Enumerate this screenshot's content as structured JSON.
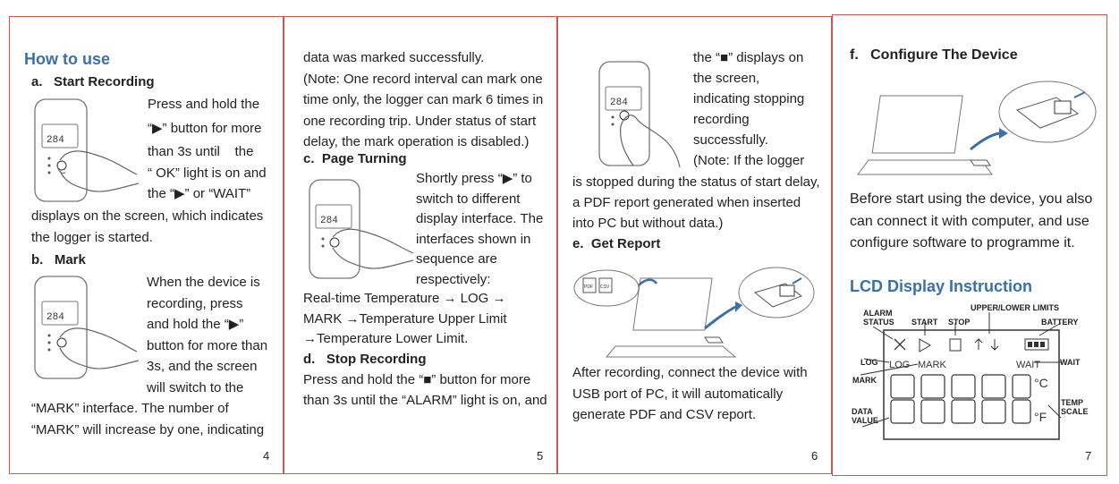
{
  "page4": {
    "heading": "How to use",
    "a_title": "a.   Start Recording",
    "a_lines": [
      "Press and hold the",
      "“▶” button for more",
      "than 3s until    the",
      "“ OK” light is on and",
      "the “▶” or “WAIT”"
    ],
    "a_full": [
      "displays on the screen, which indicates",
      "the logger is started."
    ],
    "b_title": "b.   Mark",
    "b_lines": [
      "When the device is",
      "recording, press",
      "and hold the “▶”",
      "button for more than",
      "3s, and the screen",
      "will switch to the"
    ],
    "b_full": [
      "“MARK” interface. The number of",
      "“MARK” will increase by one, indicating"
    ],
    "page_number": "4"
  },
  "page5": {
    "top_lines": [
      "data was marked successfully.",
      "(Note: One record interval can mark one",
      "time only, the logger can mark 6 times in",
      "one recording trip. Under status of start",
      "delay, the mark operation is disabled.)"
    ],
    "c_title": "c.  Page Turning",
    "c_lines": [
      "Shortly press “▶” to",
      "switch to different",
      "display interface. The",
      "interfaces shown in",
      "sequence are",
      "respectively:"
    ],
    "c_full": [
      "Real-time Temperature → LOG →",
      "MARK →Temperature Upper Limit",
      "→Temperature Lower Limit."
    ],
    "d_title": "d.   Stop Recording",
    "d_lines": [
      "Press and hold the “■” button for more",
      "than 3s until the “ALARM” light is on, and"
    ],
    "page_number": "5"
  },
  "page6": {
    "top_lines": [
      "the “■” displays on",
      "the screen,",
      "indicating stopping",
      "recording",
      "successfully.",
      "(Note: If the logger"
    ],
    "full_lines": [
      "is stopped during the status of start delay,",
      "a PDF report generated when inserted",
      "into PC but without data.)"
    ],
    "e_title": "e.  Get Report",
    "e_lines": [
      "After recording, connect the device with",
      "USB port of PC, it will automatically",
      "generate PDF and CSV report."
    ],
    "page_number": "6"
  },
  "page7": {
    "f_title": "f.   Configure The Device",
    "f_lines": [
      "Before start using the device, you also",
      "can connect it with computer, and use",
      "configure software to programme it."
    ],
    "lcd_heading": "LCD Display Instruction",
    "lcd_labels": {
      "alarm_status": [
        "ALARM",
        "STATUS"
      ],
      "start": "START",
      "stop": "STOP",
      "upper_lower": "UPPER/LOWER LIMITS",
      "battery": "BATTERY",
      "log": "LOG",
      "mark": "MARK",
      "wait": "WAIT",
      "data_value": [
        "DATA",
        "VALUE"
      ],
      "temp_scale": [
        "TEMP",
        "SCALE"
      ]
    },
    "lcd_screen": {
      "log": "LOG",
      "mark": "MARK",
      "wait": "WAIT",
      "celsius": "°C",
      "fahrenheit": "°F"
    },
    "page_number": "7"
  },
  "device_screen_value": "284",
  "pdf_label": "PDF",
  "csv_label": "CSV"
}
